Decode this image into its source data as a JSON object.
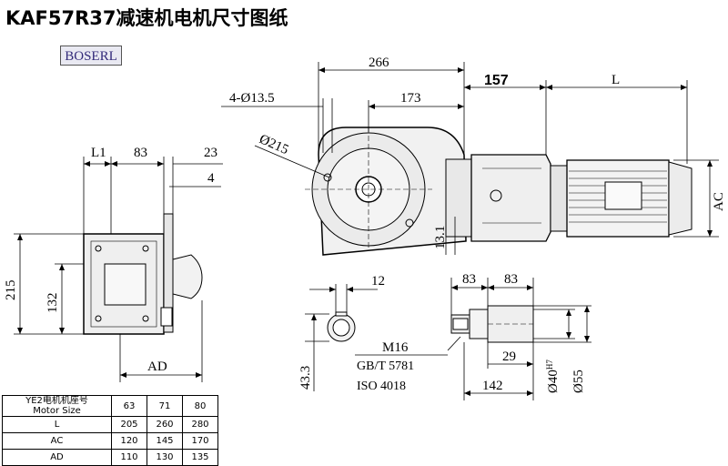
{
  "title": "KAF57R37减速机电机尺寸图纸",
  "brand": "BOSERL",
  "dimensions": {
    "d266": "266",
    "d173": "173",
    "d157": "157",
    "dL": "L",
    "holes": "4-Ø13.5",
    "flange": "Ø215",
    "d13_1": "13.1",
    "dAC": "AC",
    "dL1": "L1",
    "d83_side": "83",
    "d23": "23",
    "d4": "4",
    "d215": "215",
    "d132": "132",
    "dAD": "AD",
    "d12": "12",
    "d43_3": "43.3",
    "d83a": "83",
    "d83b": "83",
    "thread": "M16",
    "std1": "GB/T 5781",
    "std2": "ISO 4018",
    "d29": "29",
    "d142": "142",
    "d40": "Ø40",
    "d40_tol": "H7",
    "d55": "Ø55"
  },
  "table": {
    "header_line1": "YE2电机机座号",
    "header_line2": "Motor Size",
    "sizes": [
      "63",
      "71",
      "80"
    ],
    "rows": [
      {
        "label": "L",
        "values": [
          "205",
          "260",
          "280"
        ]
      },
      {
        "label": "AC",
        "values": [
          "120",
          "145",
          "170"
        ]
      },
      {
        "label": "AD",
        "values": [
          "110",
          "130",
          "135"
        ]
      }
    ]
  }
}
